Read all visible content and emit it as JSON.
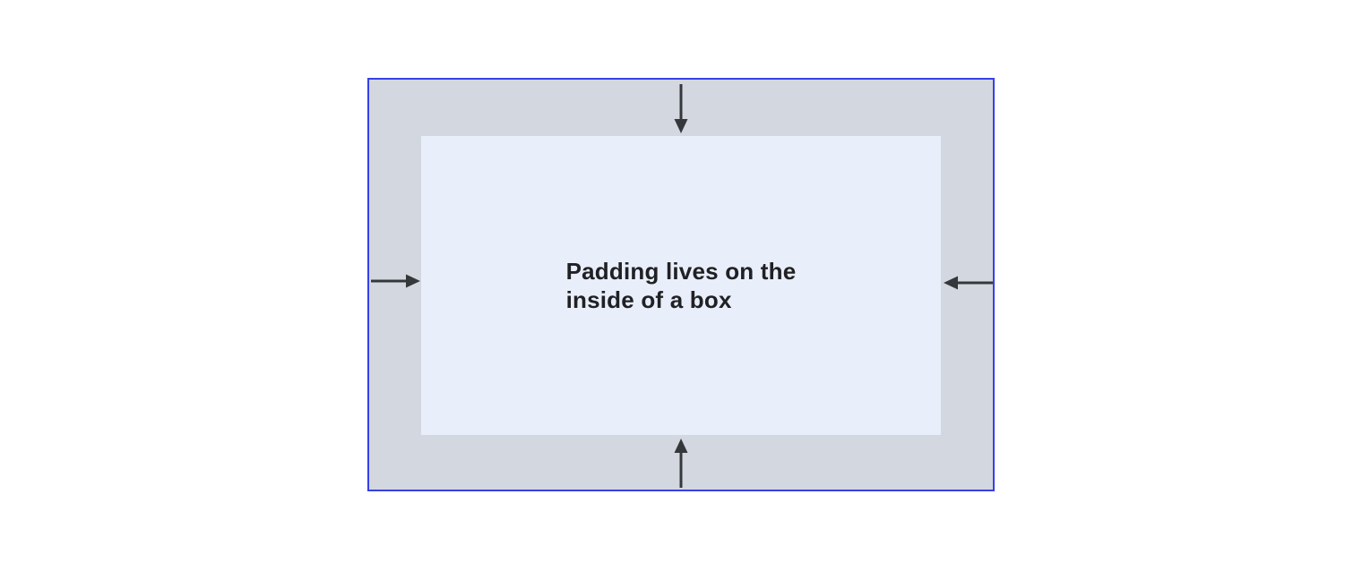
{
  "diagram": {
    "caption": "Padding lives on the inside of a box",
    "caption_lines": [
      "Padding lives on the",
      "inside of a box"
    ],
    "colors": {
      "border": "#3740e5",
      "padding_area": "#d3d7e0",
      "content_area": "#e9eefb",
      "arrow": "#35383b",
      "text": "#202124",
      "page_background": "#ffffff"
    },
    "arrow_directions": [
      "down",
      "up",
      "right",
      "left"
    ]
  }
}
